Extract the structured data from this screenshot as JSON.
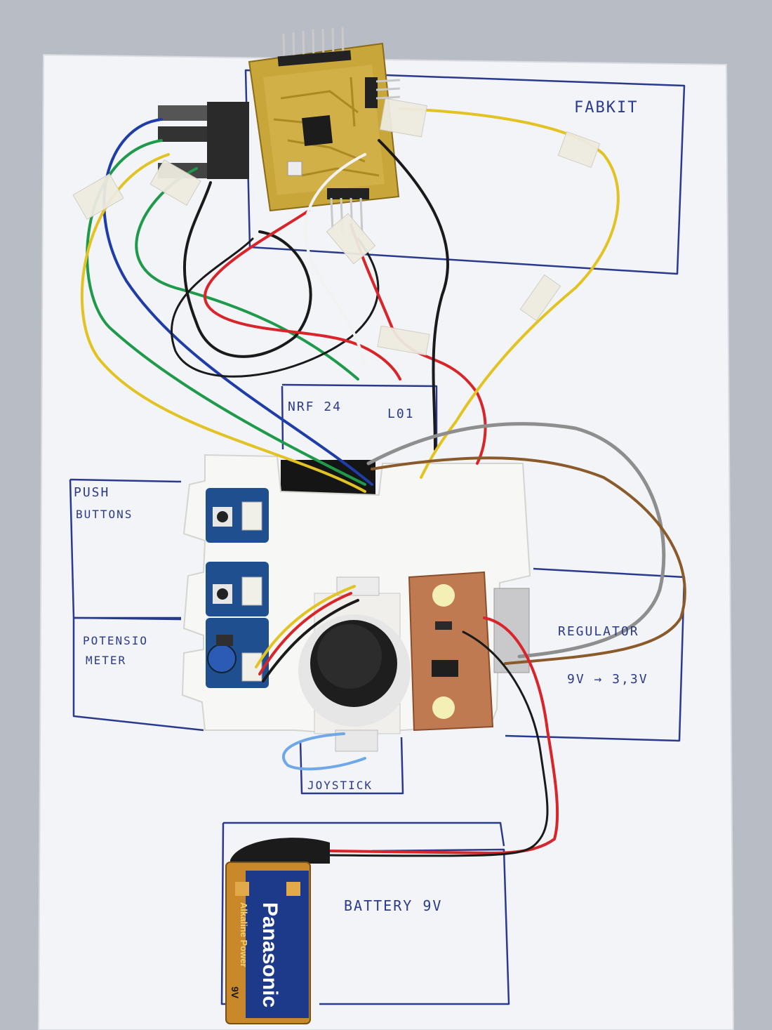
{
  "labels": {
    "fabkit": "FABKIT",
    "nrf_left": "NRF 24",
    "nrf_right": "L01",
    "push_line1": "PUSH",
    "push_line2": "BUTTONS",
    "potensio_line1": "POTENSIO",
    "potensio_line2": "METER",
    "regulator_line1": "REGULATOR",
    "regulator_line2": "9V → 3,3V",
    "joystick": "JOYSTICK",
    "battery": "BATTERY 9V"
  },
  "battery_brand": {
    "name": "Panasonic",
    "subline": "Alkaline Power",
    "voltage_text": "9V"
  },
  "colors": {
    "paper": "#f4f5f9",
    "ink": "#2a3a8c",
    "pcb_gold": "#c9a63a",
    "grove_blue": "#1f4f8f",
    "copper": "#c07a52",
    "battery_gold": "#c9892a",
    "battery_blue": "#1d3a8a"
  },
  "icons": {
    "joystick": "joystick-knob-icon",
    "battery": "battery-9v-icon"
  }
}
